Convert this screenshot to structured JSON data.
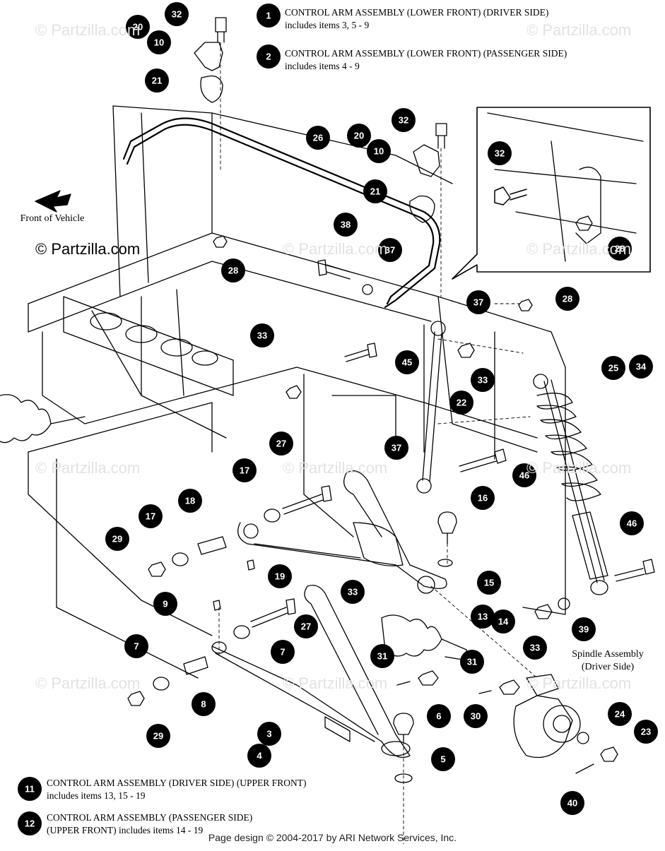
{
  "legend": [
    {
      "num": "1",
      "title": "CONTROL ARM ASSEMBLY (LOWER FRONT) (DRIVER SIDE)",
      "sub": "includes items 3, 5 - 9"
    },
    {
      "num": "2",
      "title": "CONTROL ARM ASSEMBLY (LOWER FRONT) (PASSENGER SIDE)",
      "sub": "includes items 4 - 9"
    },
    {
      "num": "11",
      "title": "CONTROL ARM ASSEMBLY (DRIVER SIDE) (UPPER FRONT)",
      "sub": "includes items 13, 15 - 19"
    },
    {
      "num": "12",
      "title": "CONTROL ARM ASSEMBLY (PASSENGER SIDE)",
      "sub": "(UPPER FRONT) includes items 14 - 19"
    }
  ],
  "front_label": "Front of Vehicle",
  "brand": "© Partzilla.com",
  "watermark": "© Partzilla.com",
  "spindle_label": [
    "Spindle Assembly",
    "(Driver Side)"
  ],
  "footer": "Page design © 2004-2017 by ARI Network Services, Inc.",
  "callouts": [
    "32",
    "20",
    "10",
    "21",
    "26",
    "32",
    "20",
    "10",
    "21",
    "38",
    "37",
    "28",
    "32",
    "28",
    "28",
    "37",
    "33",
    "33",
    "45",
    "22",
    "25",
    "34",
    "27",
    "17",
    "37",
    "16",
    "46",
    "18",
    "17",
    "29",
    "33",
    "19",
    "15",
    "13",
    "14",
    "9",
    "27",
    "46",
    "7",
    "7",
    "8",
    "33",
    "39",
    "31",
    "31",
    "3",
    "4",
    "6",
    "30",
    "24",
    "23",
    "29",
    "5",
    "40"
  ]
}
